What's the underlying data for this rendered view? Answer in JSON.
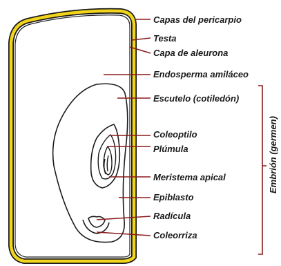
{
  "labels": {
    "pericarp": "Capas del pericarpio",
    "testa": "Testa",
    "aleurone": "Capa de aleurona",
    "endosperm": "Endosperma amiláceo",
    "scutellum": "Escutelo (cotiledón)",
    "coleoptile": "Coleoptilo",
    "plumule": "Plúmula",
    "apical_meristem": "Meristema apical",
    "epiblast": "Epiblasto",
    "radicle": "Radícula",
    "coleorhiza": "Coleorriza"
  },
  "group_label": "Embrión (germen)",
  "colors": {
    "pericarp": "#f2d51a",
    "leader": "#8b1a1a",
    "outline": "#1a1a1a"
  }
}
